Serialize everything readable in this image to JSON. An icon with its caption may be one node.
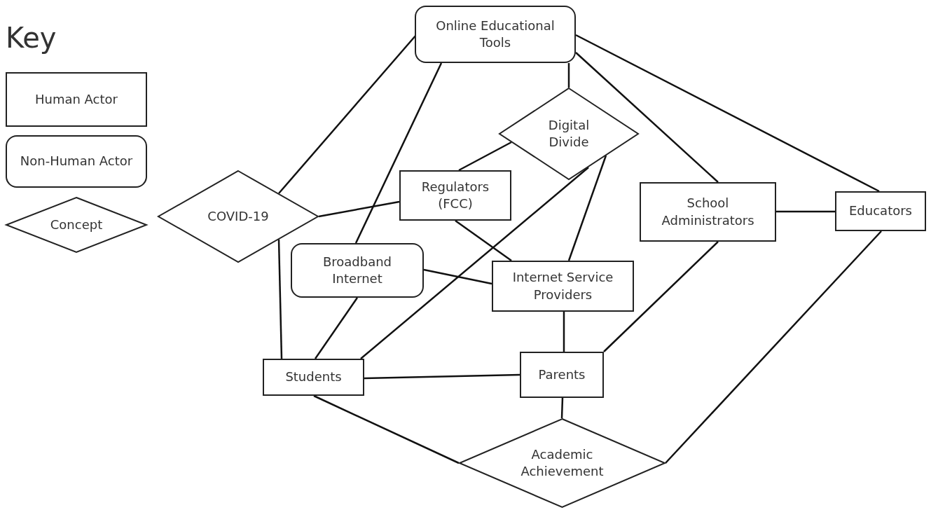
{
  "diagram": {
    "nodes": [
      {
        "text": [
          "Human Actor"
        ]
      },
      {
        "text": [
          "Non-Human Actor"
        ]
      },
      {
        "text": [
          "Concept"
        ]
      },
      {
        "text": [
          "Online Educational Tools"
        ]
      },
      {
        "text": [
          "Digital Divide"
        ]
      },
      {
        "text": [
          "COVID-19"
        ]
      },
      {
        "text": [
          "Regulators (FCC)"
        ]
      },
      {
        "text": [
          "School Administrators"
        ]
      },
      {
        "text": [
          "Educators"
        ]
      },
      {
        "text": [
          "Broadband Internet"
        ]
      },
      {
        "text": [
          "Internet Service Providers"
        ]
      },
      {
        "text": [
          "Students"
        ]
      },
      {
        "text": [
          "Parents"
        ]
      },
      {
        "text": [
          "Academic Achievement"
        ]
      }
    ],
    "edges": [
      {
        "from": 3,
        "to": 5,
        "arrow": "none"
      },
      {
        "from": 3,
        "to": 9,
        "arrow": "none"
      },
      {
        "from": 3,
        "to": 4,
        "arrow": "none"
      },
      {
        "from": 3,
        "to": 7,
        "arrow": "none"
      },
      {
        "from": 3,
        "to": 8,
        "arrow": "none"
      },
      {
        "from": 4,
        "to": 6,
        "arrow": "none"
      },
      {
        "from": 4,
        "to": 11,
        "arrow": "none"
      },
      {
        "from": 4,
        "to": 10,
        "arrow": "none"
      },
      {
        "from": 5,
        "to": 6,
        "arrow": "none"
      },
      {
        "from": 5,
        "to": 11,
        "arrow": "none"
      },
      {
        "from": 6,
        "to": 10,
        "arrow": "none"
      },
      {
        "from": 9,
        "to": 10,
        "arrow": "none"
      },
      {
        "from": 9,
        "to": 11,
        "arrow": "none"
      },
      {
        "from": 7,
        "to": 8,
        "arrow": "none"
      },
      {
        "from": 7,
        "to": 12,
        "arrow": "none"
      },
      {
        "from": 8,
        "to": 13,
        "arrow": "none"
      },
      {
        "from": 10,
        "to": 12,
        "arrow": "none"
      },
      {
        "from": 11,
        "to": 12,
        "arrow": "none"
      },
      {
        "from": 11,
        "to": 13,
        "arrow": "none"
      },
      {
        "from": 12,
        "to": 13,
        "arrow": "none"
      }
    ],
    "labels": [
      "Key"
    ]
  }
}
